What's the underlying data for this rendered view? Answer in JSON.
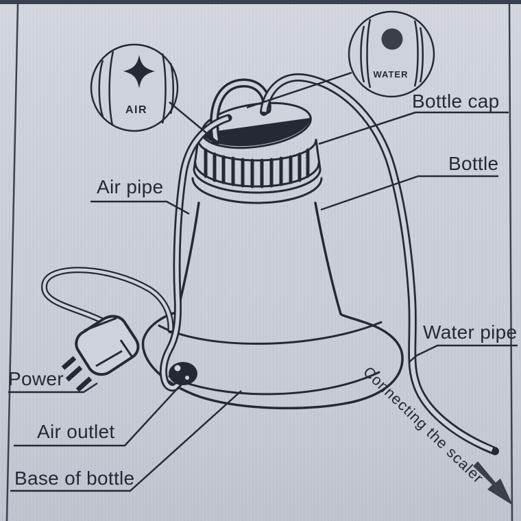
{
  "callouts": {
    "air": {
      "label": "AIR",
      "symbol": "diamond-valve-icon"
    },
    "water": {
      "label": "WATER",
      "symbol": "round-port-icon"
    }
  },
  "labels": {
    "bottle_cap": "Bottle cap",
    "bottle": "Bottle",
    "air_pipe": "Air pipe",
    "water_pipe": "Water pipe",
    "power": "Power",
    "air_outlet": "Air outlet",
    "base_of_bottle": "Base of bottle",
    "connecting_the_scaler": "Connecting the scaler"
  },
  "colors": {
    "background": "#ced2da",
    "line": "#252935",
    "frame": "#3a4050"
  }
}
